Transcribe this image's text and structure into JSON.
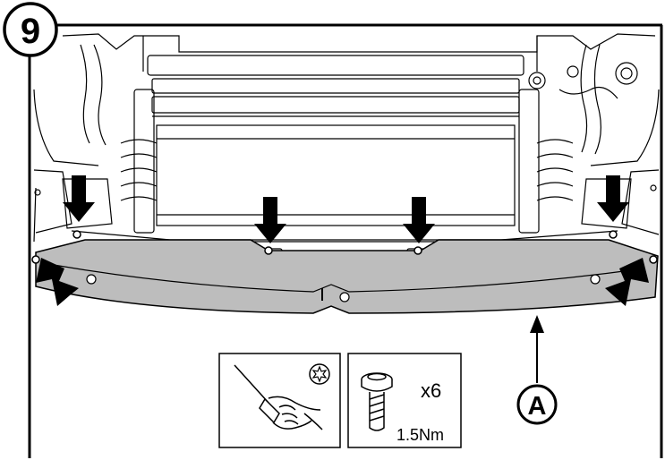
{
  "step": {
    "number": "9"
  },
  "callout": {
    "letter": "A"
  },
  "fastener": {
    "quantity": "x6",
    "torque": "1.5Nm"
  },
  "icons": {
    "tool": "screwdriver-icon",
    "bit": "torx-bit-icon",
    "fastener": "torx-bolt-icon"
  },
  "colors": {
    "line": "#000000",
    "panel": "#bdbdbd",
    "background": "#ffffff"
  }
}
